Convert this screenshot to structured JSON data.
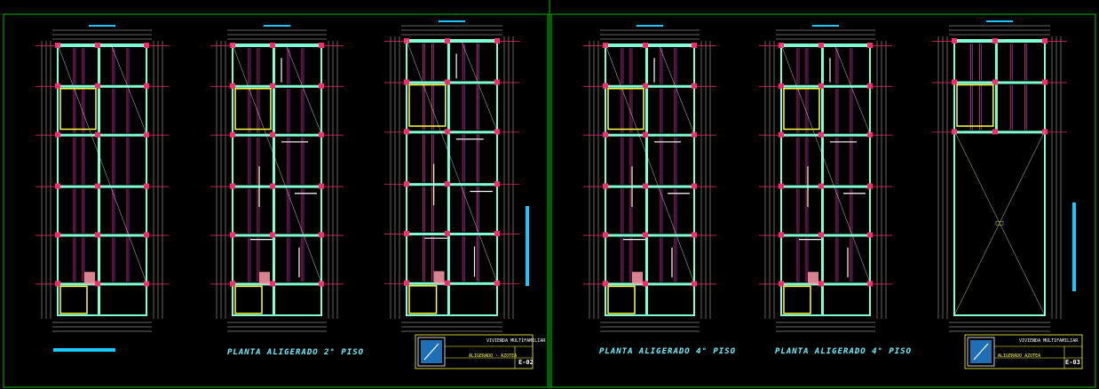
{
  "sheets": [
    {
      "id": "sheet-1",
      "plans": [
        {
          "id": "plan-1",
          "variant": "stairs",
          "caption": ""
        },
        {
          "id": "plan-2",
          "variant": "joists",
          "caption": "PLANTA ALIGERADO 2° PISO"
        },
        {
          "id": "plan-3",
          "variant": "joists-wide",
          "caption": ""
        }
      ],
      "title_block": {
        "project": "VIVIENDA MULTIFAMILIAR",
        "description": "ALIGERADO · AZOTEA",
        "sheet_code": "E-02"
      }
    },
    {
      "id": "sheet-2",
      "plans": [
        {
          "id": "plan-4",
          "variant": "joists",
          "caption": "PLANTA ALIGERADO 4° PISO"
        },
        {
          "id": "plan-5",
          "variant": "joists",
          "caption": "PLANTA ALIGERADO 4° PISO"
        },
        {
          "id": "plan-6",
          "variant": "roof",
          "caption": ""
        }
      ],
      "title_block": {
        "project": "VIVIENDA MULTIFAMILIAR",
        "description": "ALIGERADO AZOTEA",
        "sheet_code": "E-03"
      }
    }
  ],
  "colors": {
    "frame": "#00c000",
    "beam": "#7fffd4",
    "column": "#ff2a6d",
    "slab_hatch": "#ffff40",
    "dimension": "#ffffff",
    "caption": "#6ff0ff",
    "accent_bar": "#18c8ff"
  }
}
